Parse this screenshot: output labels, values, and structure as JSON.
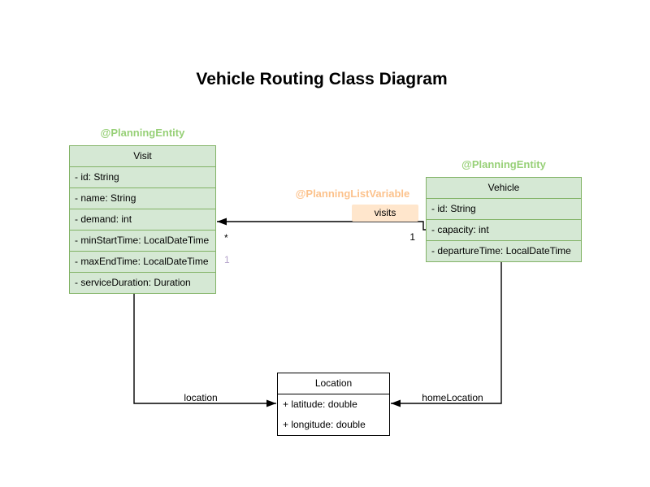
{
  "title": "Vehicle Routing Class Diagram",
  "colors": {
    "green_fill": "#d5e8d4",
    "green_border": "#82b366",
    "green_annotation": "#97d077",
    "orange_annotation": "#fcc28c",
    "orange_label_fill": "#ffe6cc",
    "purple_multiplicity": "#b3a2ca",
    "line_color": "#000000"
  },
  "classes": {
    "visit": {
      "annotation": "@PlanningEntity",
      "name": "Visit",
      "attributes": [
        "- id: String",
        "- name: String",
        "- demand: int",
        "- minStartTime: LocalDateTime",
        "- maxEndTime: LocalDateTime",
        "- serviceDuration: Duration"
      ]
    },
    "vehicle": {
      "annotation": "@PlanningEntity",
      "name": "Vehicle",
      "attributes": [
        "- id: String",
        "- capacity: int",
        "- departureTime: LocalDateTime"
      ]
    },
    "location": {
      "name": "Location",
      "attributes": [
        "+ latitude: double",
        "+ longitude: double"
      ]
    }
  },
  "relations": {
    "visits": {
      "annotation": "@PlanningListVariable",
      "label": "visits",
      "target_multiplicity": "*",
      "source_multiplicity": "1",
      "index_marker": "1"
    },
    "location": {
      "label": "location"
    },
    "home_location": {
      "label": "homeLocation"
    }
  }
}
